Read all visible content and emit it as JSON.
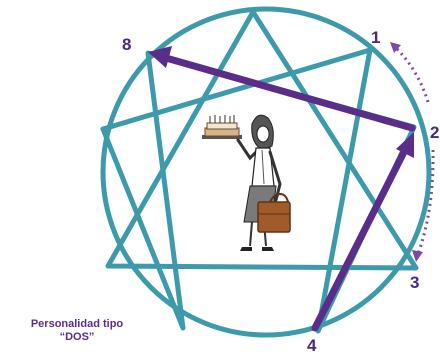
{
  "caption": {
    "line1": "Personalidad tipo",
    "line2": "“DOS”"
  },
  "points": {
    "p1": "1",
    "p2": "2",
    "p3": "3",
    "p4": "4",
    "p8": "8"
  },
  "colors": {
    "teal": "#3d9aab",
    "purple": "#5b2d8a",
    "label": "#4a2a78",
    "dots": "#7b4aa8"
  },
  "icons": {
    "figure": "businesswoman-with-cake-and-briefcase"
  }
}
